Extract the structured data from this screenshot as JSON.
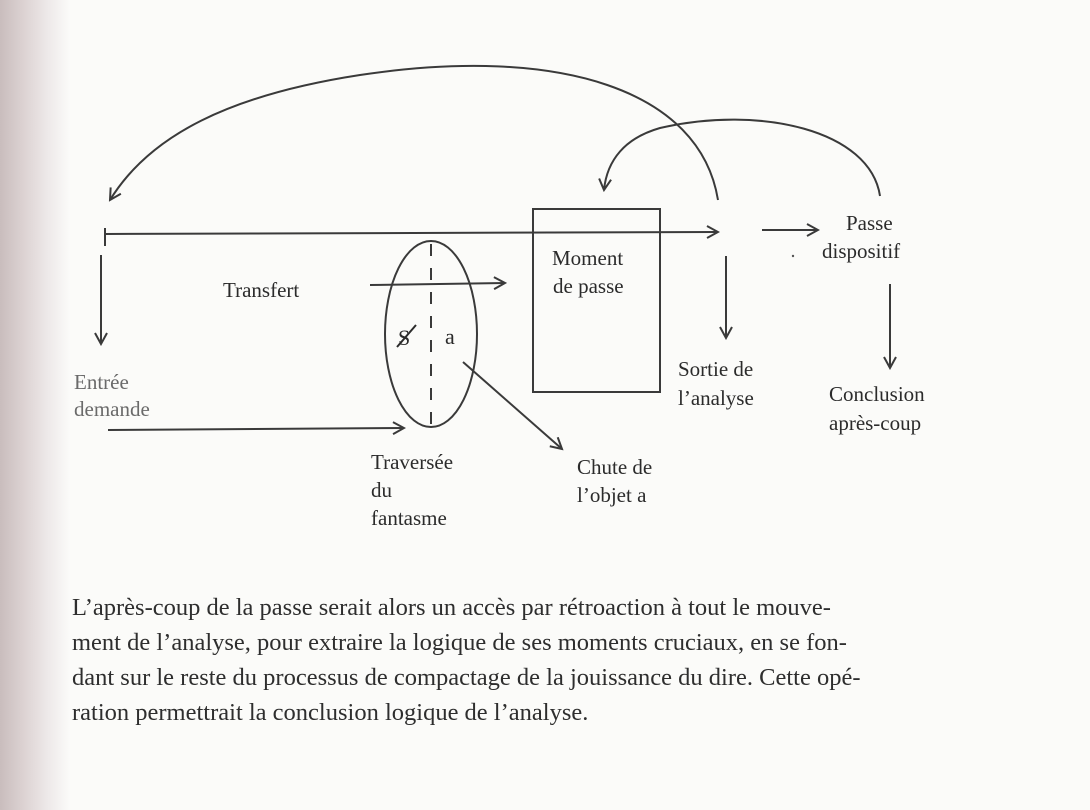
{
  "diagram": {
    "labels": {
      "passe": "Passe",
      "dispositif": "dispositif",
      "moment": "Moment",
      "de_passe": "de passe",
      "transfert": "Transfert",
      "barred_s": "S",
      "objet_a": "a",
      "sortie": "Sortie de",
      "analyse": "l’analyse",
      "conclusion": "Conclusion",
      "apres_coup": "après-coup",
      "entree": "Entrée",
      "demande": "demande",
      "traversee": "Traversée",
      "du": "du",
      "fantasme": "fantasme",
      "chute": "Chute de",
      "objet": "l’objet a"
    }
  },
  "paragraph": {
    "lines": [
      "L’après-coup de la passe serait alors un accès par rétroaction à tout le mouve-",
      "ment de l’analyse, pour extraire la logique de ses moments cruciaux, en se fon-",
      "dant sur le reste du processus de compactage de la jouissance du dire. Cette opé-",
      "ration permettrait la conclusion logique de l’analyse."
    ]
  }
}
